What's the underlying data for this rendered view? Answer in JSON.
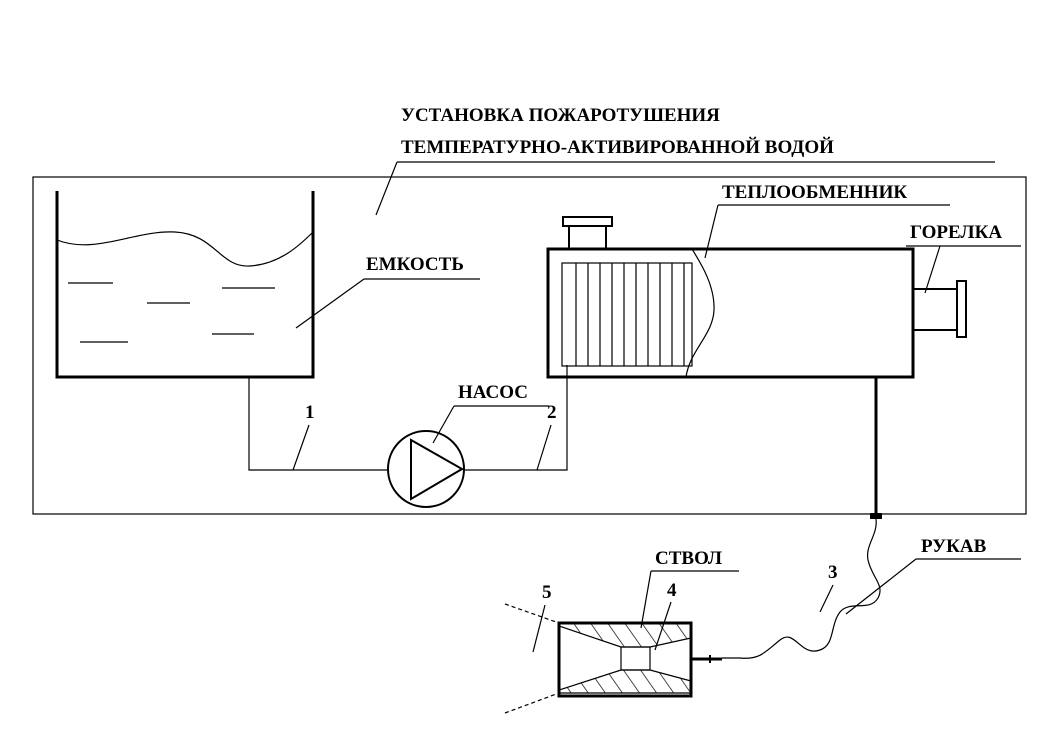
{
  "title": {
    "line1": "УСТАНОВКА ПОЖАРОТУШЕНИЯ",
    "line2": "ТЕМПЕРАТУРНО-АКТИВИРОВАННОЙ ВОДОЙ"
  },
  "labels": {
    "tank": "ЕМКОСТЬ",
    "heat_exchanger": "ТЕПЛООБМЕННИК",
    "burner": "ГОРЕЛКА",
    "pump": "НАСОС",
    "hose": "РУКАВ",
    "nozzle": "СТВОЛ"
  },
  "numbers": {
    "n1": "1",
    "n2": "2",
    "n3": "3",
    "n4": "4",
    "n5": "5"
  }
}
